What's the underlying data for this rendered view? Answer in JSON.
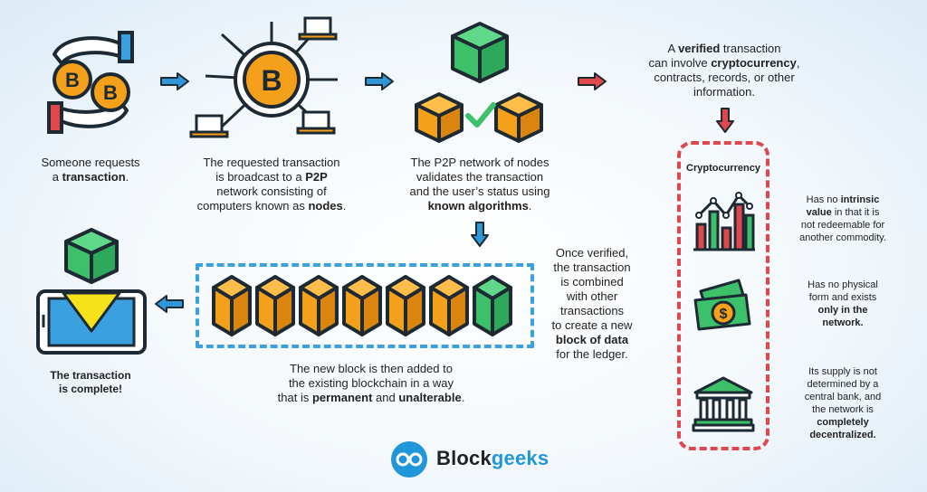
{
  "steps": {
    "request": {
      "line1": "Someone requests",
      "line2_pre": "a ",
      "line2_bold": "transaction",
      "line2_post": "."
    },
    "broadcast": {
      "line1": "The requested transaction",
      "line2_pre": "is broadcast to a ",
      "line2_bold": "P2P",
      "line3": "network consisting of",
      "line4_pre": "computers known as ",
      "line4_bold": "nodes",
      "line4_post": "."
    },
    "validate": {
      "line1": "The P2P network of nodes",
      "line2": "validates the transaction",
      "line3": "and the user’s status using",
      "line4_bold": "known algorithms",
      "line4_post": "."
    },
    "verified": {
      "line1_pre": "A ",
      "line1_bold": "verified",
      "line1_post": " transaction",
      "line2_pre": "can involve ",
      "line2_bold": "cryptocurrency",
      "line2_post": ",",
      "line3": "contracts, records, or other",
      "line4": "information."
    },
    "combine": {
      "line1": "Once verified,",
      "line2": "the transaction",
      "line3": "is combined",
      "line4": "with other",
      "line5": "transactions",
      "line6": "to create a new",
      "line7_bold": "block of data",
      "line8": "for the ledger."
    },
    "added": {
      "line1": "The new block is then added to",
      "line2": "the existing blockchain in a way",
      "line3_pre": "that is ",
      "line3_bold1": "permanent",
      "line3_mid": " and ",
      "line3_bold2": "unalterable",
      "line3_post": "."
    },
    "complete": {
      "line1": "The transaction",
      "line2": "is complete!"
    }
  },
  "crypto": {
    "title": "Cryptocurrency",
    "fact1": {
      "line1": "Has no ",
      "line1_bold": "intrinsic",
      "line2_bold": "value",
      "line2": " in that it is",
      "line3": "not redeemable for",
      "line4": "another commodity."
    },
    "fact2": {
      "line1": "Has no physical",
      "line2": "form and exists",
      "line3_bold": "only in the",
      "line4_bold": "network."
    },
    "fact3": {
      "line1": "Its supply is not",
      "line2": "determined by a",
      "line3": "central bank, and",
      "line4": "the network is",
      "line5_bold": "completely",
      "line6_bold": "decentralized."
    }
  },
  "logo": {
    "name_a": "Block",
    "name_b": "geeks"
  },
  "colors": {
    "blue_arrow": "#2f97d8",
    "red_arrow": "#e0474c",
    "orange": "#f5a01a",
    "green": "#3cc06a",
    "dark": "#1e2a33"
  },
  "icons": [
    "hands-coins-icon",
    "bitcoin-network-icon",
    "nodes-cubes-icon",
    "blockchain-icon",
    "phone-block-icon",
    "stock-chart-icon",
    "money-icon",
    "bank-icon",
    "blockgeeks-logo-icon"
  ]
}
